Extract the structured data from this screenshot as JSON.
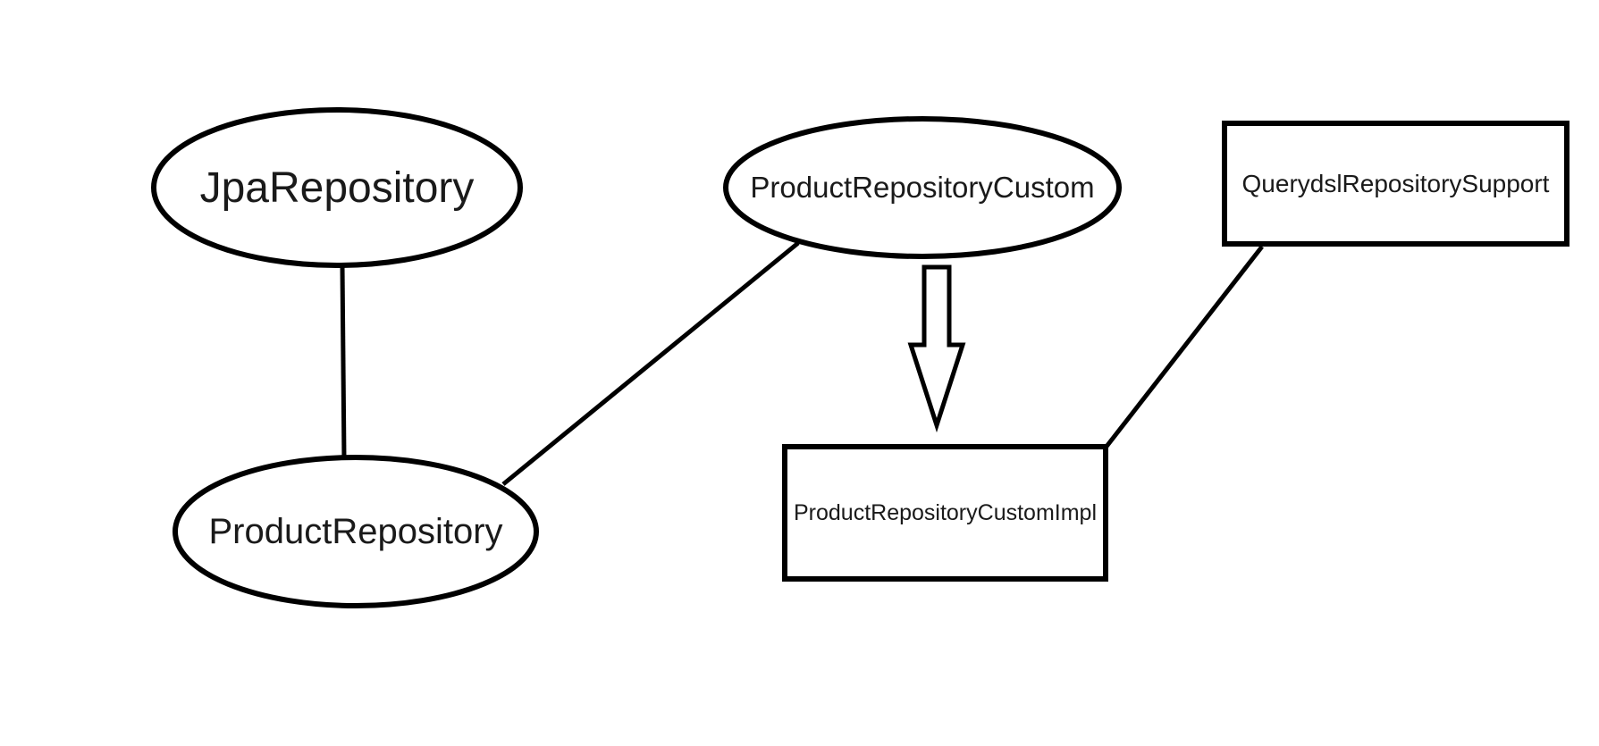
{
  "diagram": {
    "kind": "class-relationship-diagram",
    "background_color": "#ffffff",
    "stroke_color": "#000000",
    "text_color": "#1a1a1a",
    "nodes": [
      {
        "id": "jpa-repository",
        "label": "JpaRepository",
        "shape": "ellipse"
      },
      {
        "id": "product-repository",
        "label": "ProductRepository",
        "shape": "ellipse"
      },
      {
        "id": "product-repository-custom",
        "label": "ProductRepositoryCustom",
        "shape": "ellipse"
      },
      {
        "id": "querydsl-repository-support",
        "label": "QuerydslRepositorySupport",
        "shape": "rectangle"
      },
      {
        "id": "product-repository-custom-impl",
        "label": "ProductRepositoryCustomImpl",
        "shape": "rectangle"
      }
    ],
    "edges": [
      {
        "from": "JpaRepository",
        "to": "ProductRepository",
        "type": "line"
      },
      {
        "from": "ProductRepositoryCustom",
        "to": "ProductRepository",
        "type": "line"
      },
      {
        "from": "QuerydslRepositorySupport",
        "to": "ProductRepositoryCustomImpl",
        "type": "line"
      },
      {
        "from": "ProductRepositoryCustom",
        "to": "ProductRepositoryCustomImpl",
        "type": "hollow-arrow-down"
      }
    ]
  }
}
